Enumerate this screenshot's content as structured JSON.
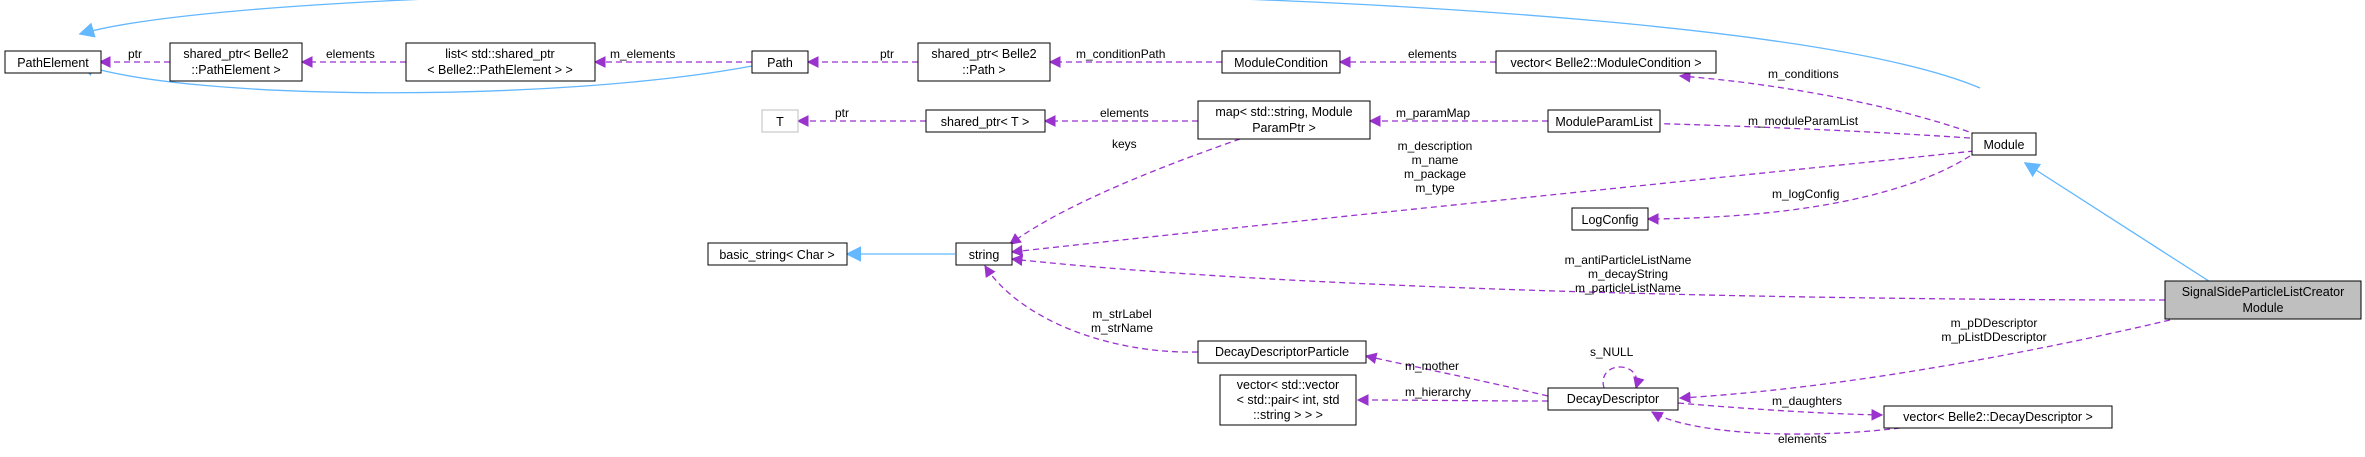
{
  "nodes": {
    "path_element": "PathElement",
    "shared_ptr_path_element": [
      "shared_ptr< Belle2",
      "::PathElement >"
    ],
    "list_shared_ptr": [
      "list< std::shared_ptr",
      "< Belle2::PathElement > >"
    ],
    "path": "Path",
    "shared_ptr_path": [
      "shared_ptr< Belle2",
      "::Path >"
    ],
    "module_condition": "ModuleCondition",
    "vector_module_condition": "vector< Belle2::ModuleCondition >",
    "t": "T",
    "shared_ptr_t": "shared_ptr< T >",
    "map_string_param": [
      "map< std::string, Module",
      "ParamPtr >"
    ],
    "module_param_list": "ModuleParamList",
    "module": "Module",
    "log_config": "LogConfig",
    "basic_string": "basic_string< Char >",
    "string": "string",
    "signal_side": [
      "SignalSideParticleListCreator",
      "Module"
    ],
    "decay_descriptor_particle": "DecayDescriptorParticle",
    "vector_vector_pair": [
      "vector< std::vector",
      "< std::pair< int, std",
      "::string > > >"
    ],
    "decay_descriptor": "DecayDescriptor",
    "vector_decay_descriptor": "vector< Belle2::DecayDescriptor >"
  },
  "edge_labels": {
    "ptr_1": "ptr",
    "elements_1": "elements",
    "m_elements": "m_elements",
    "ptr_2": "ptr",
    "m_condition_path": "m_conditionPath",
    "elements_2": "elements",
    "m_conditions": "m_conditions",
    "ptr_3": "ptr",
    "elements_3": "elements",
    "m_param_map": "m_paramMap",
    "m_module_param_list": "m_moduleParamList",
    "keys": "keys",
    "module_strings": [
      "m_description",
      "m_name",
      "m_package",
      "m_type"
    ],
    "m_log_config": "m_logConfig",
    "signal_strings": [
      "m_antiParticleListName",
      "m_decayString",
      "m_particleListName"
    ],
    "m_str": [
      "m_strLabel",
      "m_strName"
    ],
    "m_mother": "m_mother",
    "s_null": "s_NULL",
    "m_descriptors": [
      "m_pDDescriptor",
      "m_pListDDescriptor"
    ],
    "m_hierarchy": "m_hierarchy",
    "m_daughters": "m_daughters",
    "elements_4": "elements"
  },
  "colors": {
    "usage_edge": "#9a32cd",
    "inheritance_edge": "#63b8ff",
    "highlight_fill": "#bfbfbf",
    "border": "#000000",
    "muted_border": "#bfbfbf"
  }
}
